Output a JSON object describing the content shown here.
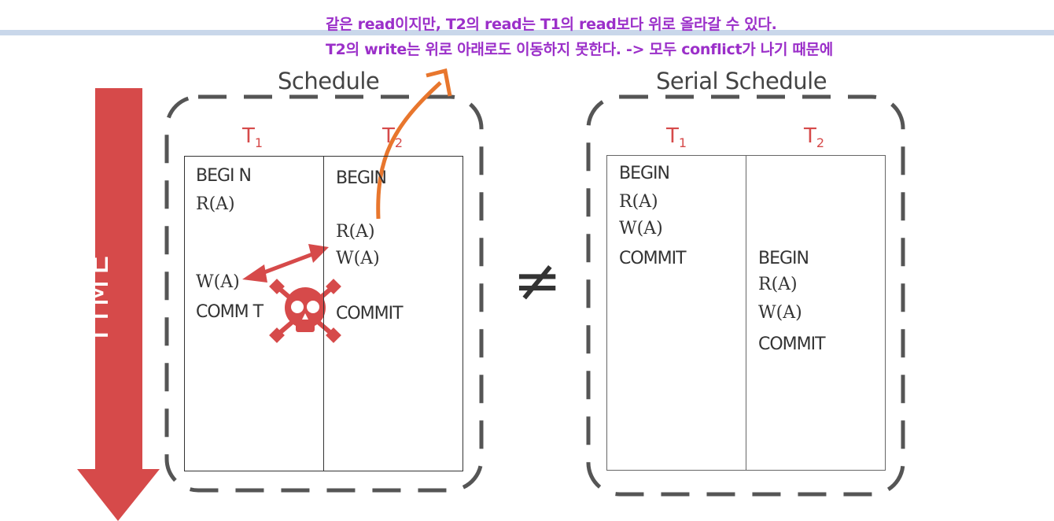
{
  "annotation": {
    "line1": "같은 read이지만, T2의 read는 T1의 read보다 위로 올라갈 수 있다.",
    "line2": "T2의 write는 위로 아래로도 이동하지 못한다. -> 모두 conflict가 나기 때문에"
  },
  "time_label": "TIME",
  "not_equal_symbol": "≠",
  "schedule": {
    "title": "Schedule",
    "t1_label": "T",
    "t1_sub": "1",
    "t2_label": "T",
    "t2_sub": "2",
    "t1_ops": [
      "BEGI N",
      "R(A)",
      "W(A)",
      "COMM T"
    ],
    "t2_ops": [
      "BEGIN",
      "R(A)",
      "W(A)",
      "COMMIT"
    ]
  },
  "serial_schedule": {
    "title": "Serial Schedule",
    "t1_label": "T",
    "t1_sub": "1",
    "t2_label": "T",
    "t2_sub": "2",
    "t1_ops": [
      "BEGIN",
      "R(A)",
      "W(A)",
      "COMMIT"
    ],
    "t2_ops": [
      "BEGIN",
      "R(A)",
      "W(A)",
      "COMMIT"
    ]
  },
  "colors": {
    "annotation": "#9b2fc9",
    "time_arrow": "#d64a4a",
    "conflict_arrow": "#d64a4a",
    "move_arrow": "#e8762d",
    "dashed_border": "#555555"
  }
}
